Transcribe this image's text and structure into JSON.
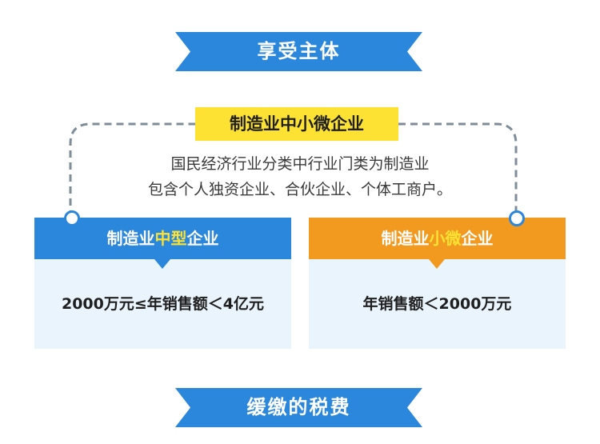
{
  "top_banner": {
    "title": "享受主体"
  },
  "category_label": "制造业中小微企业",
  "description": {
    "line1": "国民经济行业分类中行业门类为制造业",
    "line2": "包含个人独资企业、合伙企业、个体工商户。"
  },
  "cards": [
    {
      "title_prefix": "制造业",
      "title_highlight": "中型",
      "title_suffix": "企业",
      "condition": "2000万元≤年销售额＜4亿元"
    },
    {
      "title_prefix": "制造业",
      "title_highlight": "小微",
      "title_suffix": "企业",
      "condition": "年销售额＜2000万元"
    }
  ],
  "bottom_banner": {
    "title": "缓缴的税费"
  },
  "colors": {
    "blue": "#2a87dc",
    "orange": "#f29a1f",
    "yellow": "#fde233",
    "card_body": "#eaf4fc",
    "dashed_line": "#7e8d99"
  }
}
